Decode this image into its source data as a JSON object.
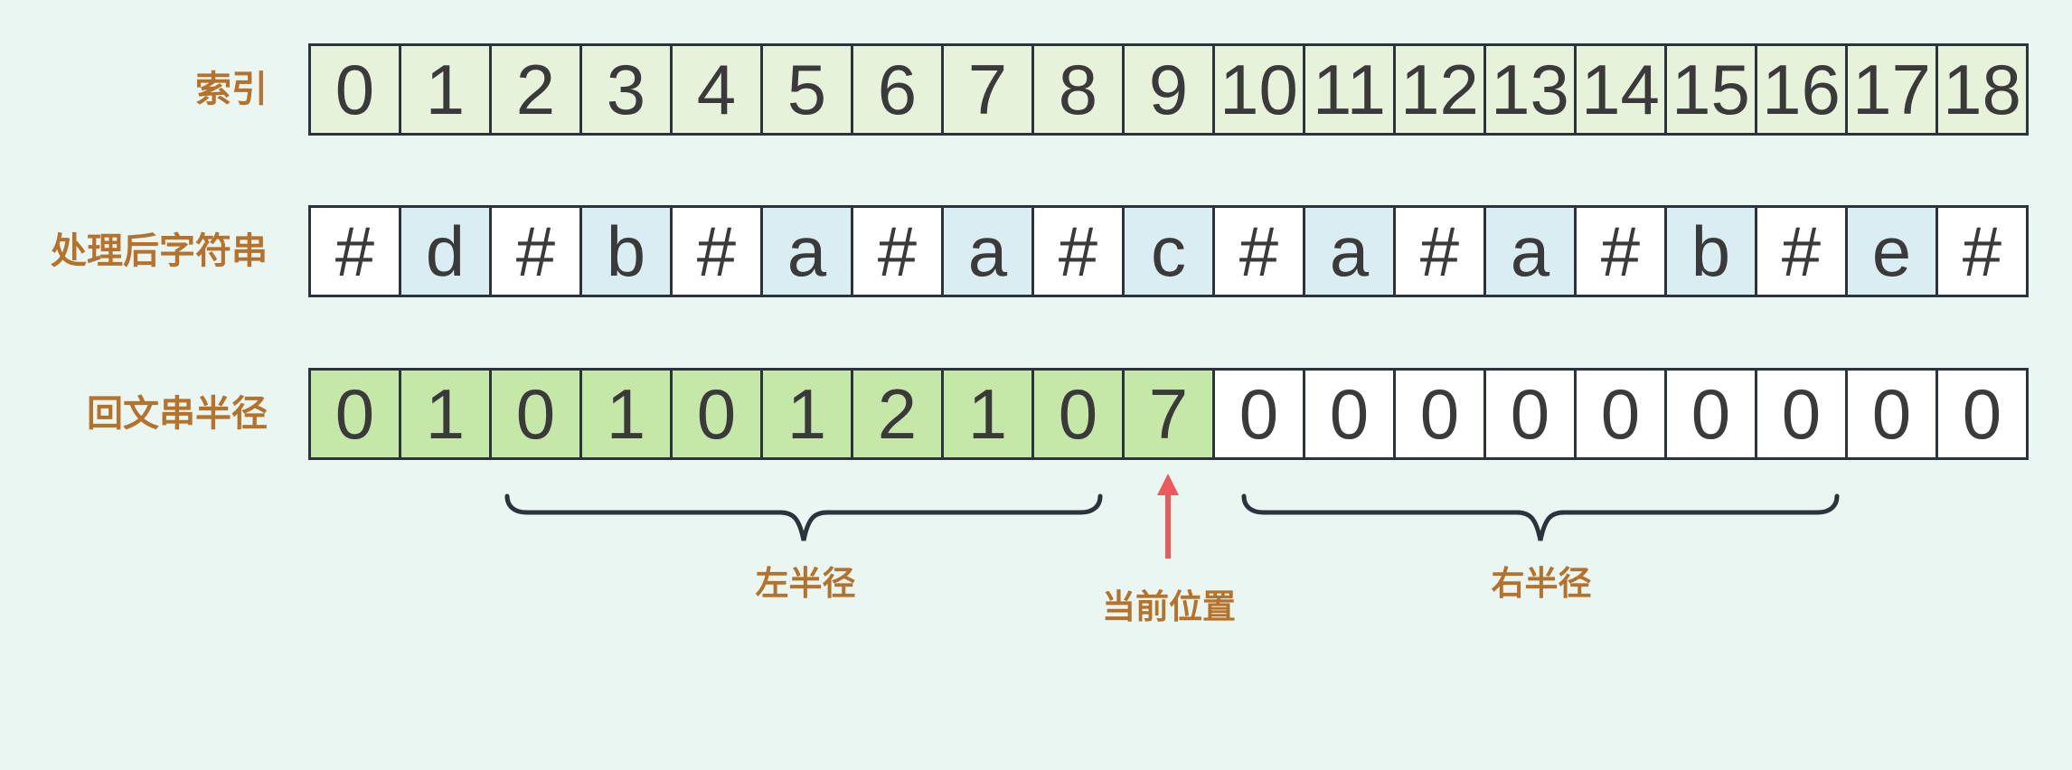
{
  "diagram": {
    "topic": "palindrome-radius-table"
  },
  "colors": {
    "background": "#eaf6f1",
    "border": "#2b343c",
    "cell_text": "#3a3a3a",
    "label_text": "#b5722d",
    "index_cell_bg": "#e6f2da",
    "char_cell_bg": "#ffffff",
    "char_highlight_bg": "#d9edf2",
    "radius_cell_bg": "#ffffff",
    "radius_highlight_bg": "#c5e7a7",
    "arrow": "#ee5a5a"
  },
  "rows": [
    {
      "label": "索引",
      "cell_name": "index-cell",
      "cells": [
        "0",
        "1",
        "2",
        "3",
        "4",
        "5",
        "6",
        "7",
        "8",
        "9",
        "10",
        "11",
        "12",
        "13",
        "14",
        "15",
        "16",
        "17",
        "18"
      ],
      "cell_bg_key": "index_cell_bg",
      "highlight_bg_key": "index_cell_bg",
      "highlighted": []
    },
    {
      "label": "处理后字符串",
      "cell_name": "char-cell",
      "cells": [
        "#",
        "d",
        "#",
        "b",
        "#",
        "a",
        "#",
        "a",
        "#",
        "c",
        "#",
        "a",
        "#",
        "a",
        "#",
        "b",
        "#",
        "e",
        "#"
      ],
      "cell_bg_key": "char_cell_bg",
      "highlight_bg_key": "char_highlight_bg",
      "highlighted": [
        1,
        3,
        5,
        7,
        9,
        11,
        13,
        15,
        17
      ]
    },
    {
      "label": "回文串半径",
      "cell_name": "radius-cell",
      "cells": [
        "0",
        "1",
        "0",
        "1",
        "0",
        "1",
        "2",
        "1",
        "0",
        "7",
        "0",
        "0",
        "0",
        "0",
        "0",
        "0",
        "0",
        "0",
        "0"
      ],
      "cell_bg_key": "radius_highlight_bg",
      "highlight_bg_key": "radius_cell_bg",
      "highlighted": [
        10,
        11,
        12,
        13,
        14,
        15,
        16,
        17,
        18
      ]
    }
  ],
  "annotations": {
    "left_radius": "左半径",
    "current_position": "当前位置",
    "right_radius": "右半径"
  }
}
